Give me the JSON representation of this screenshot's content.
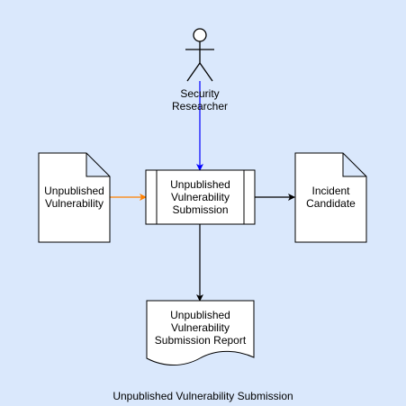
{
  "diagram": {
    "caption": "Unpublished Vulnerability Submission",
    "actor": {
      "label": "Security\nResearcher"
    },
    "input_document": {
      "label": "Unpublished\nVulnerability"
    },
    "process": {
      "label": "Unpublished\nVulnerability\nSubmission"
    },
    "output_document": {
      "label": "Incident\nCandidate"
    },
    "report": {
      "label": "Unpublished\nVulnerability\nSubmission Report"
    }
  },
  "colors": {
    "background": "#dae8fc",
    "shape_fill": "#ffffff",
    "stroke": "#000000",
    "actor_arrow": "#0000ff",
    "input_arrow": "#ff8000",
    "output_arrow": "#000000"
  }
}
